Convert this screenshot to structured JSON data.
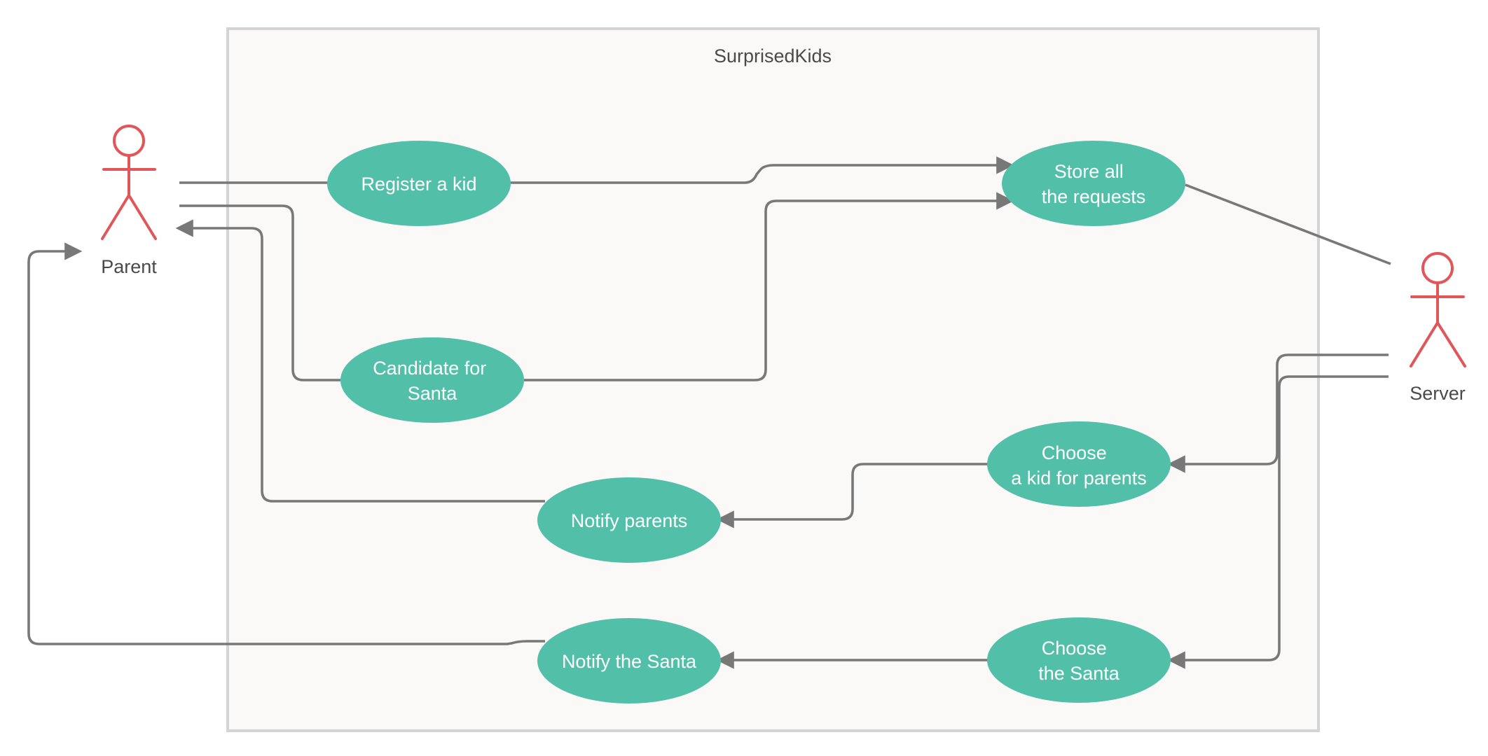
{
  "diagram": {
    "system_name": "SurprisedKids",
    "actors": {
      "parent": "Parent",
      "server": "Server"
    },
    "use_cases": {
      "register": {
        "lines": [
          "Register a kid"
        ]
      },
      "candidate": {
        "lines": [
          "Candidate for",
          "Santa"
        ]
      },
      "store": {
        "lines": [
          "Store all",
          "the requests"
        ]
      },
      "notify_parents": {
        "lines": [
          "Notify parents"
        ]
      },
      "choose_kid": {
        "lines": [
          "Choose",
          "a kid for parents"
        ]
      },
      "notify_santa": {
        "lines": [
          "Notify the Santa"
        ]
      },
      "choose_santa": {
        "lines": [
          "Choose",
          "the Santa"
        ]
      }
    },
    "colors": {
      "use_case_fill": "#52c0a9",
      "actor_stroke": "#e05659",
      "connector": "#787878",
      "system_fill": "#faf9f7",
      "system_border": "#d4d4d4"
    }
  }
}
